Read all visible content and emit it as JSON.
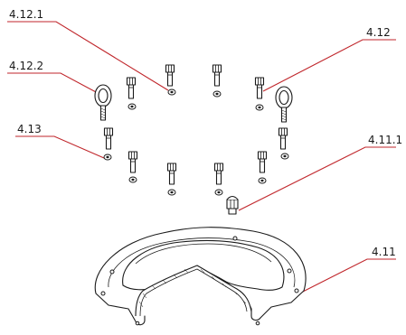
{
  "callouts": {
    "c_4_12_1": "4.12.1",
    "c_4_12": "4.12",
    "c_4_12_2": "4.12.2",
    "c_4_13": "4.13",
    "c_4_11_1": "4.11.1",
    "c_4_11": "4.11"
  },
  "colors": {
    "leader": "#c0262b",
    "line": "#1a1a1a",
    "background": "#ffffff"
  }
}
